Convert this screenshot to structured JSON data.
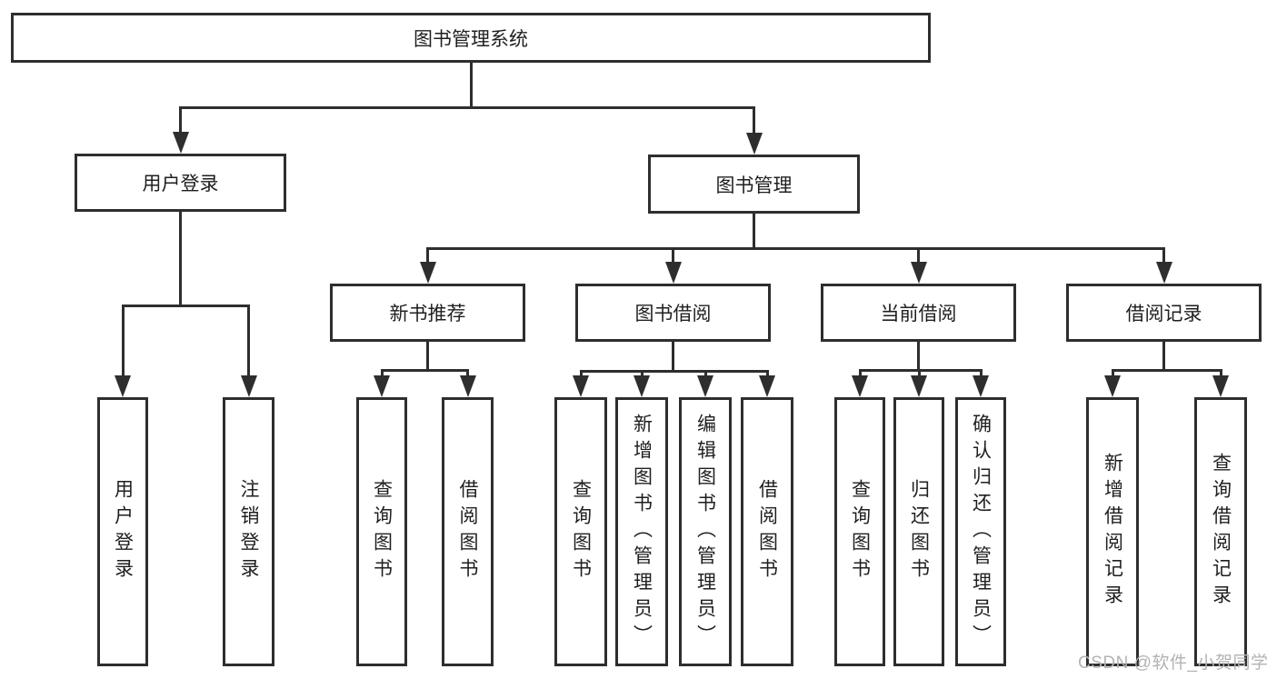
{
  "tree": {
    "label": "图书管理系统",
    "children": [
      {
        "label": "用户登录",
        "children": [
          {
            "label": "用户登录"
          },
          {
            "label": "注销登录"
          }
        ]
      },
      {
        "label": "图书管理",
        "children": [
          {
            "label": "新书推荐",
            "children": [
              {
                "label": "查询图书"
              },
              {
                "label": "借阅图书"
              }
            ]
          },
          {
            "label": "图书借阅",
            "children": [
              {
                "label": "查询图书"
              },
              {
                "label": "新增图书（管理员）"
              },
              {
                "label": "编辑图书（管理员）"
              },
              {
                "label": "借阅图书"
              }
            ]
          },
          {
            "label": "当前借阅",
            "children": [
              {
                "label": "查询图书"
              },
              {
                "label": "归还图书"
              },
              {
                "label": "确认归还（管理员）"
              }
            ]
          },
          {
            "label": "借阅记录",
            "children": [
              {
                "label": "新增借阅记录"
              },
              {
                "label": "查询借阅记录"
              }
            ]
          }
        ]
      }
    ]
  },
  "watermark": "CSDN @软件_小贺同学",
  "colors": {
    "line": "#2e2e2e",
    "text": "#1f1f1f",
    "watermark": "#b3b3b3",
    "background": "#ffffff"
  }
}
